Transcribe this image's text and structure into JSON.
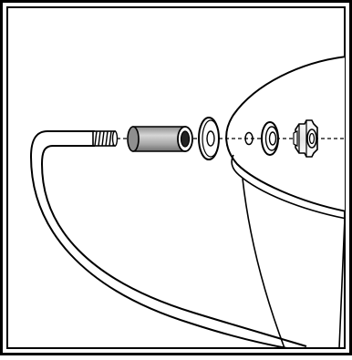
{
  "figure": {
    "kind": "exploded-assembly-illustration",
    "style": "black line art on white",
    "parts": [
      "j-hook-threaded-rod",
      "sleeve-spacer",
      "flat-washer",
      "pot-wall-hole",
      "shoulder-washer",
      "hex-nut"
    ],
    "colors": {
      "line": "#000000",
      "fill": "#ffffff",
      "shade_dark": "#333333",
      "shade_mid": "#9a9a9a",
      "shade_light": "#cfcfcf"
    }
  }
}
